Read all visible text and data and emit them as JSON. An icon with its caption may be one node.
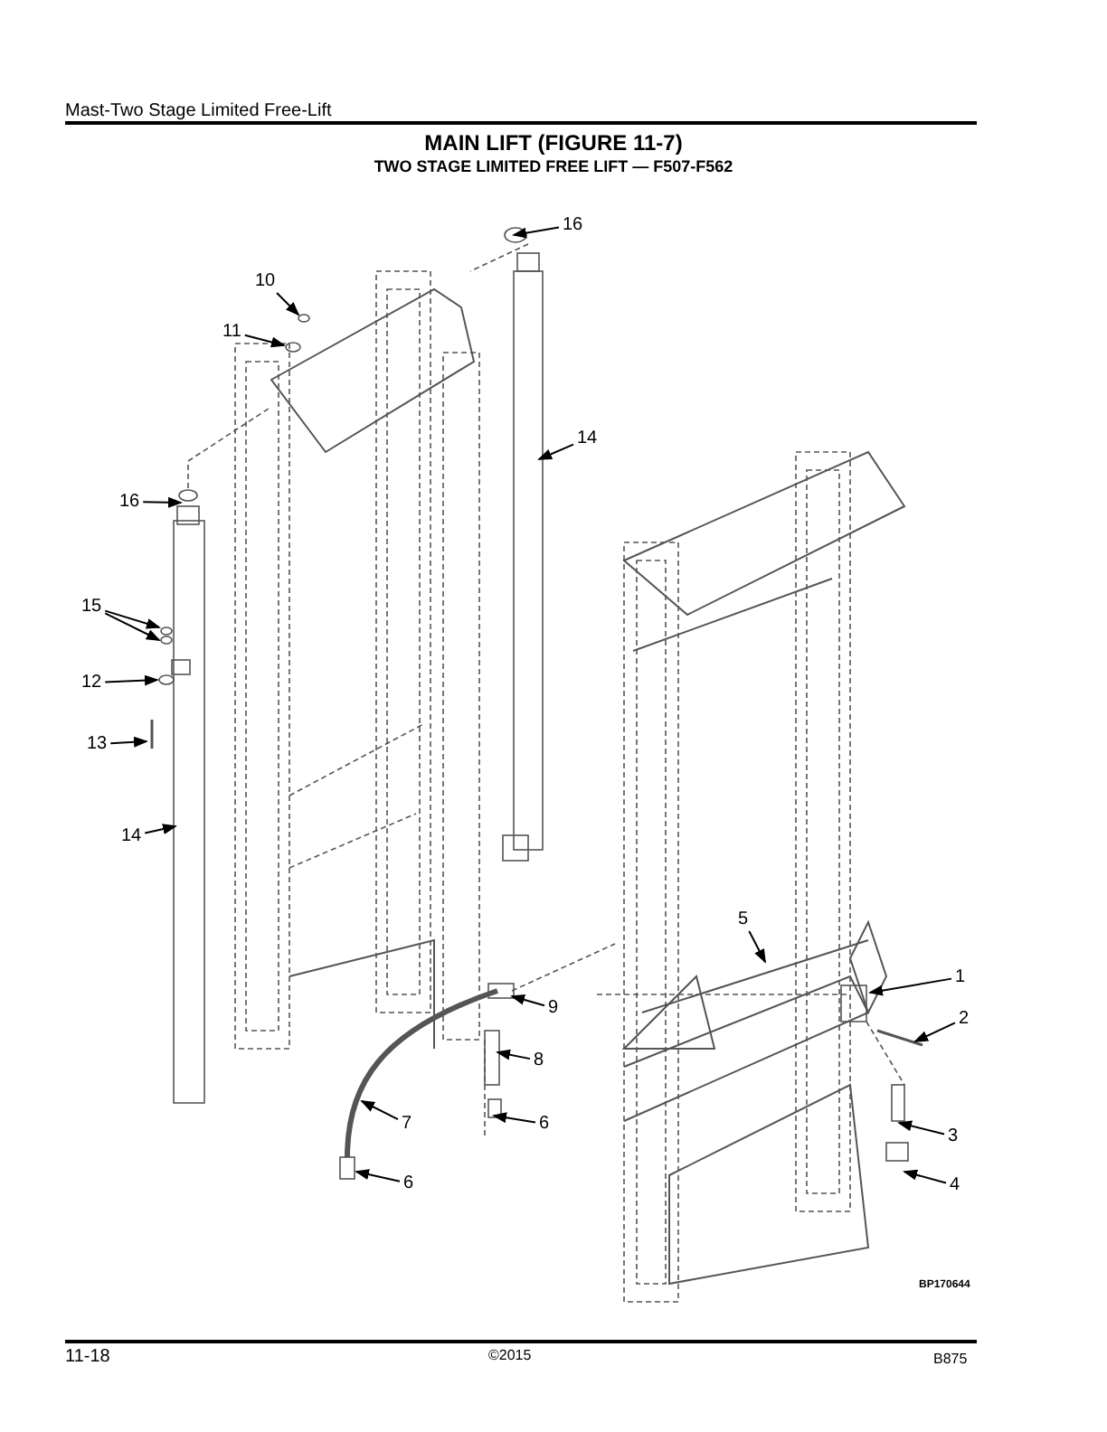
{
  "diagram": {
    "title": "MAIN LIFT (FIGURE 11-7)",
    "caption": "TWO STAGE LIMITED FREE LIFT — F507-F562",
    "nodes": [
      {
        "text": [
          "16"
        ]
      },
      {
        "text": [
          "10"
        ]
      },
      {
        "text": [
          "11"
        ]
      },
      {
        "text": [
          "14"
        ]
      },
      {
        "text": [
          "16"
        ]
      },
      {
        "text": [
          "15"
        ]
      },
      {
        "text": [
          "12"
        ]
      },
      {
        "text": [
          "13"
        ]
      },
      {
        "text": [
          "14"
        ]
      },
      {
        "text": [
          "5"
        ]
      },
      {
        "text": [
          "1"
        ]
      },
      {
        "text": [
          "9"
        ]
      },
      {
        "text": [
          "2"
        ]
      },
      {
        "text": [
          "8"
        ]
      },
      {
        "text": [
          "6"
        ]
      },
      {
        "text": [
          "7"
        ]
      },
      {
        "text": [
          "3"
        ]
      },
      {
        "text": [
          "6"
        ]
      },
      {
        "text": [
          "4"
        ]
      }
    ],
    "edges": [
      {
        "from": 0,
        "to": null,
        "arrow": "to"
      },
      {
        "from": 1,
        "to": null,
        "arrow": "to"
      },
      {
        "from": 2,
        "to": null,
        "arrow": "to"
      },
      {
        "from": 3,
        "to": null,
        "arrow": "to"
      },
      {
        "from": 4,
        "to": null,
        "arrow": "to"
      },
      {
        "from": 5,
        "to": null,
        "arrow": "to"
      },
      {
        "from": 5,
        "to": null,
        "arrow": "to"
      },
      {
        "from": 6,
        "to": null,
        "arrow": "to"
      },
      {
        "from": 7,
        "to": null,
        "arrow": "to"
      },
      {
        "from": 8,
        "to": null,
        "arrow": "to"
      },
      {
        "from": 9,
        "to": null,
        "arrow": "to"
      },
      {
        "from": 10,
        "to": null,
        "arrow": "to"
      },
      {
        "from": 11,
        "to": null,
        "arrow": "to"
      },
      {
        "from": 12,
        "to": null,
        "arrow": "to"
      },
      {
        "from": 13,
        "to": null,
        "arrow": "to"
      },
      {
        "from": 14,
        "to": null,
        "arrow": "to"
      },
      {
        "from": 15,
        "to": null,
        "arrow": "to"
      },
      {
        "from": 16,
        "to": null,
        "arrow": "to"
      },
      {
        "from": 17,
        "to": null,
        "arrow": "to"
      },
      {
        "from": 18,
        "to": null,
        "arrow": "to"
      }
    ],
    "labels": [
      "Mast-Two Stage Limited Free-Lift",
      "BP170644",
      "11-18",
      "©2015",
      "B875"
    ]
  }
}
